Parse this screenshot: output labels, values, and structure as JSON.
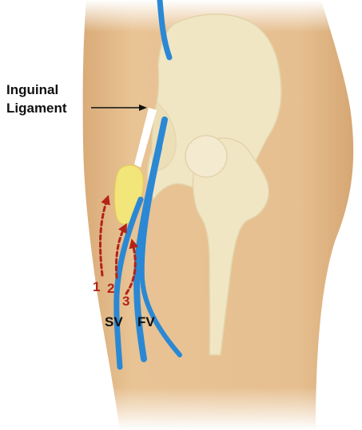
{
  "labels": {
    "inguinal_line1": "Inguinal",
    "inguinal_line2": "Ligament",
    "sv": "SV",
    "fv": "FV"
  },
  "numbers": [
    "1",
    "2",
    "3"
  ],
  "colors": {
    "skin": "#e6bf90",
    "bone": "#f1e6c4",
    "vein": "#2b88d4",
    "node": "#f2e57a",
    "arrow": "#b32317",
    "ligament": "#ffffff"
  }
}
